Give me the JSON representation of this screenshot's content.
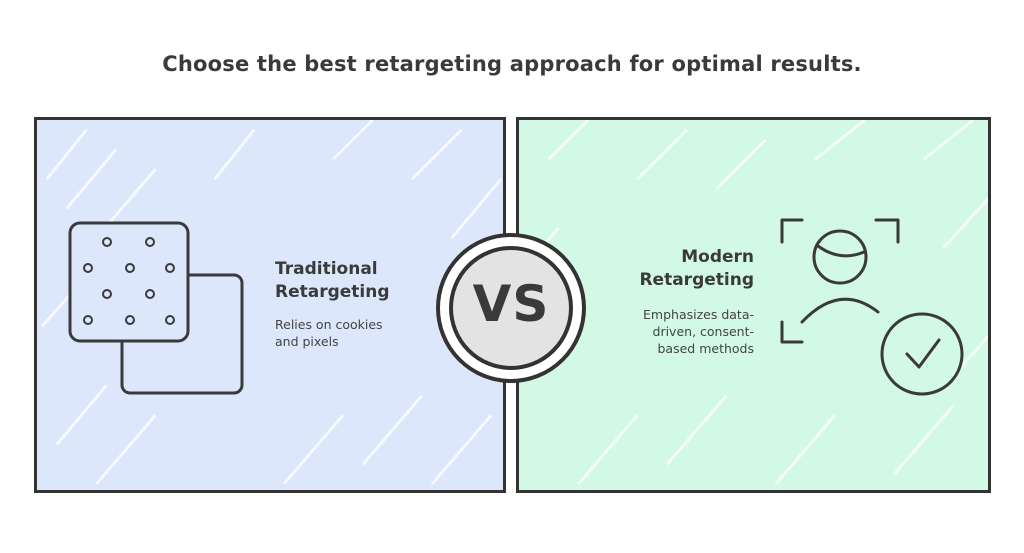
{
  "title": "Choose the best retargeting approach for optimal results.",
  "left": {
    "heading_line1": "Traditional",
    "heading_line2": "Retargeting",
    "description_line1": "Relies on cookies",
    "description_line2": "and pixels",
    "bg_color": "#dce7fb",
    "icon": "cookie-icon"
  },
  "vs_label": "VS",
  "right": {
    "heading_line1": "Modern",
    "heading_line2": "Retargeting",
    "description_line1": "Emphasizes data-",
    "description_line2": "driven, consent-",
    "description_line3": "based methods",
    "bg_color": "#d2f8e6",
    "icon": "verified-user-icon"
  }
}
